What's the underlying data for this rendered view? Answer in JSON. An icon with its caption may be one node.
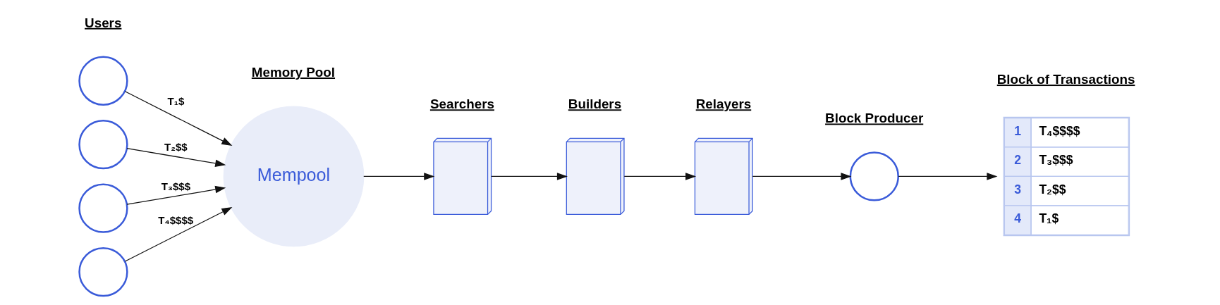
{
  "diagram": {
    "nodes": [
      {
        "text": [],
        "shape": "person"
      },
      {
        "text": [],
        "shape": "person"
      },
      {
        "text": [],
        "shape": "person"
      },
      {
        "text": [],
        "shape": "person"
      },
      {
        "text": [
          "Mempool"
        ]
      },
      {
        "text": [],
        "shape": "picture"
      },
      {
        "text": [],
        "shape": "picture"
      },
      {
        "text": [],
        "shape": "picture"
      },
      {
        "text": [],
        "shape": "person"
      },
      {
        "text": [
          "1",
          "T₄$$$$",
          "2",
          "T₃$$$",
          "3",
          "T₂$$",
          "4",
          "T₁$"
        ]
      }
    ],
    "edges": [
      {
        "from": 0,
        "to": 4,
        "arrow": "to",
        "label": "T₁$"
      },
      {
        "from": 1,
        "to": 4,
        "arrow": "to",
        "label": "T₂$$"
      },
      {
        "from": 2,
        "to": 4,
        "arrow": "to",
        "label": "T₃$$$"
      },
      {
        "from": 3,
        "to": 4,
        "arrow": "to",
        "label": "T₄$$$$"
      },
      {
        "from": 4,
        "to": 5,
        "arrow": "to"
      },
      {
        "from": 5,
        "to": 6,
        "arrow": "to"
      },
      {
        "from": 6,
        "to": 7,
        "arrow": "to"
      },
      {
        "from": 7,
        "to": 8,
        "arrow": "to"
      },
      {
        "from": 8,
        "to": 9,
        "arrow": "to"
      }
    ],
    "labels": [
      "Users",
      "Memory Pool",
      "Searchers",
      "Builders",
      "Relayers",
      "Block Producer",
      "Block of Transactions"
    ]
  }
}
